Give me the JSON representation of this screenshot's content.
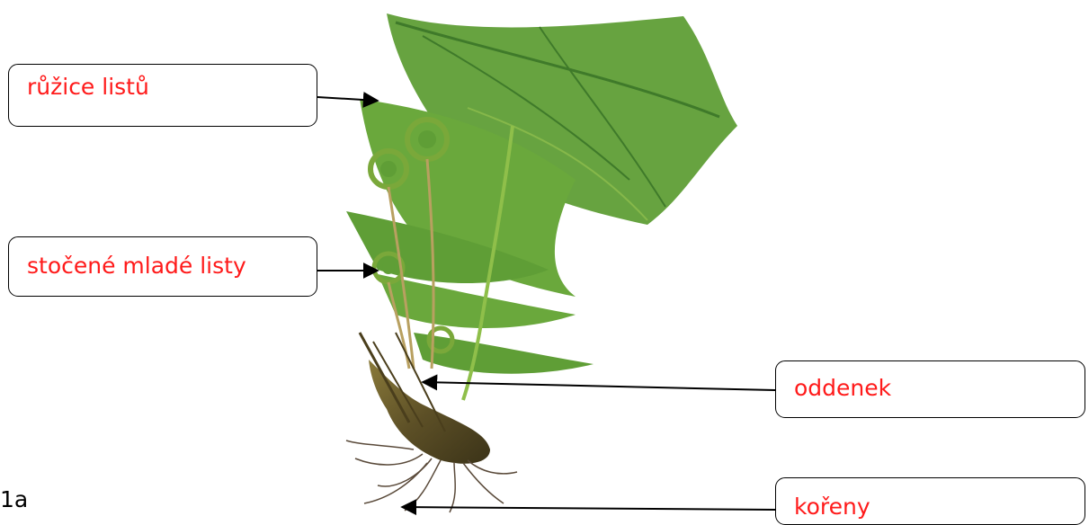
{
  "labels": {
    "rosette": "růžice listů",
    "curled_young_leaves": "stočené mladé listy",
    "rhizome": "oddenek",
    "roots": "kořeny"
  },
  "figure_id": "1a",
  "colors": {
    "label_text": "#ff1a1a",
    "frond_dark": "#3f7a2a",
    "frond_mid": "#5f9e36",
    "frond_light": "#86b84a",
    "rhizome": "#6b5a2a",
    "roots": "#5a4a3a"
  }
}
